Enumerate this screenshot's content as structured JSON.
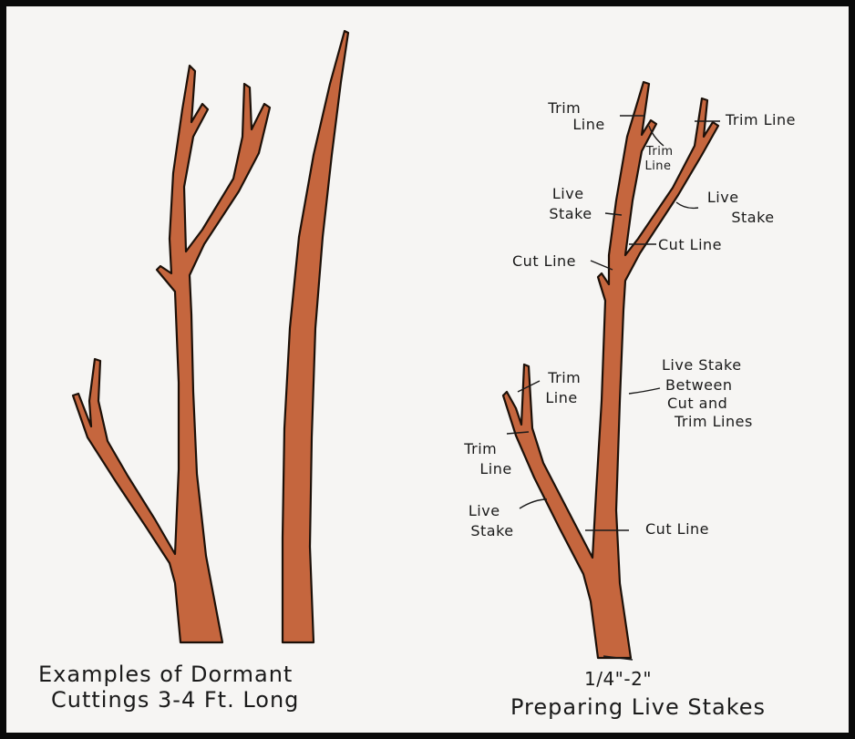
{
  "left_caption": {
    "line1": "Examples of Dormant",
    "line2": "Cuttings 3-4 Ft. Long"
  },
  "right_caption": {
    "size": "1/4\"-2\"",
    "title": "Preparing Live Stakes"
  },
  "labels": {
    "trim_line_top_left": [
      "Trim",
      "Line"
    ],
    "trim_line_top_right": "Trim Line",
    "trim_line_small": [
      "Trim",
      "Line"
    ],
    "live_stake_left": [
      "Live",
      "Stake"
    ],
    "live_stake_right": [
      "Live",
      "Stake"
    ],
    "cut_line_upper_right": "Cut Line",
    "cut_line_upper_left": "Cut Line",
    "live_stake_between": [
      "Live Stake",
      "Between",
      "Cut and",
      "Trim Lines"
    ],
    "trim_line_lower": [
      "Trim",
      "Line"
    ],
    "trim_line_lower_left": [
      "Trim",
      "Line"
    ],
    "live_stake_lower": [
      "Live",
      "Stake"
    ],
    "cut_line_lower": "Cut Line"
  },
  "colors": {
    "branch_fill": "#c5663e",
    "outline": "#1c1008",
    "paper": "#f6f5f3",
    "border": "#0a0a0a"
  }
}
